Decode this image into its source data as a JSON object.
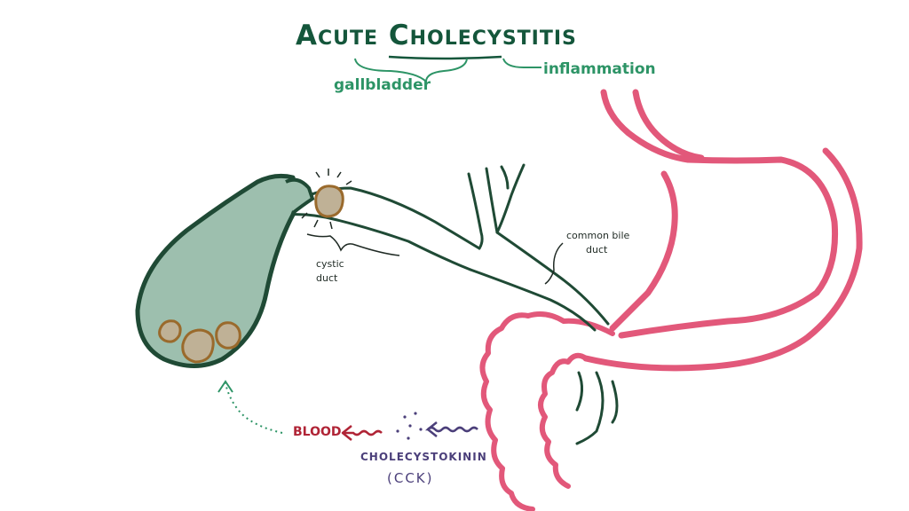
{
  "title": "Acute Cholecystitis",
  "labels": {
    "gallbladder": "gallbladder",
    "inflammation": "inflammation",
    "cystic_duct_line1": "cystic",
    "cystic_duct_line2": "duct",
    "common_bile_duct_line1": "common bile",
    "common_bile_duct_line2": "duct",
    "blood": "BLOOD",
    "cholecystokinin": "CHOLECYSTOKININ",
    "cck": "(CCK)"
  },
  "colors": {
    "title": "#14563b",
    "annotation_green": "#2d9466",
    "organ_outline": "#1f4a35",
    "gallbladder_fill": "#9dbfae",
    "gallstone": "#9a6a2c",
    "stomach_duodenum": "#e2587a",
    "blood": "#b02436",
    "cck": "#4b3f7a"
  }
}
